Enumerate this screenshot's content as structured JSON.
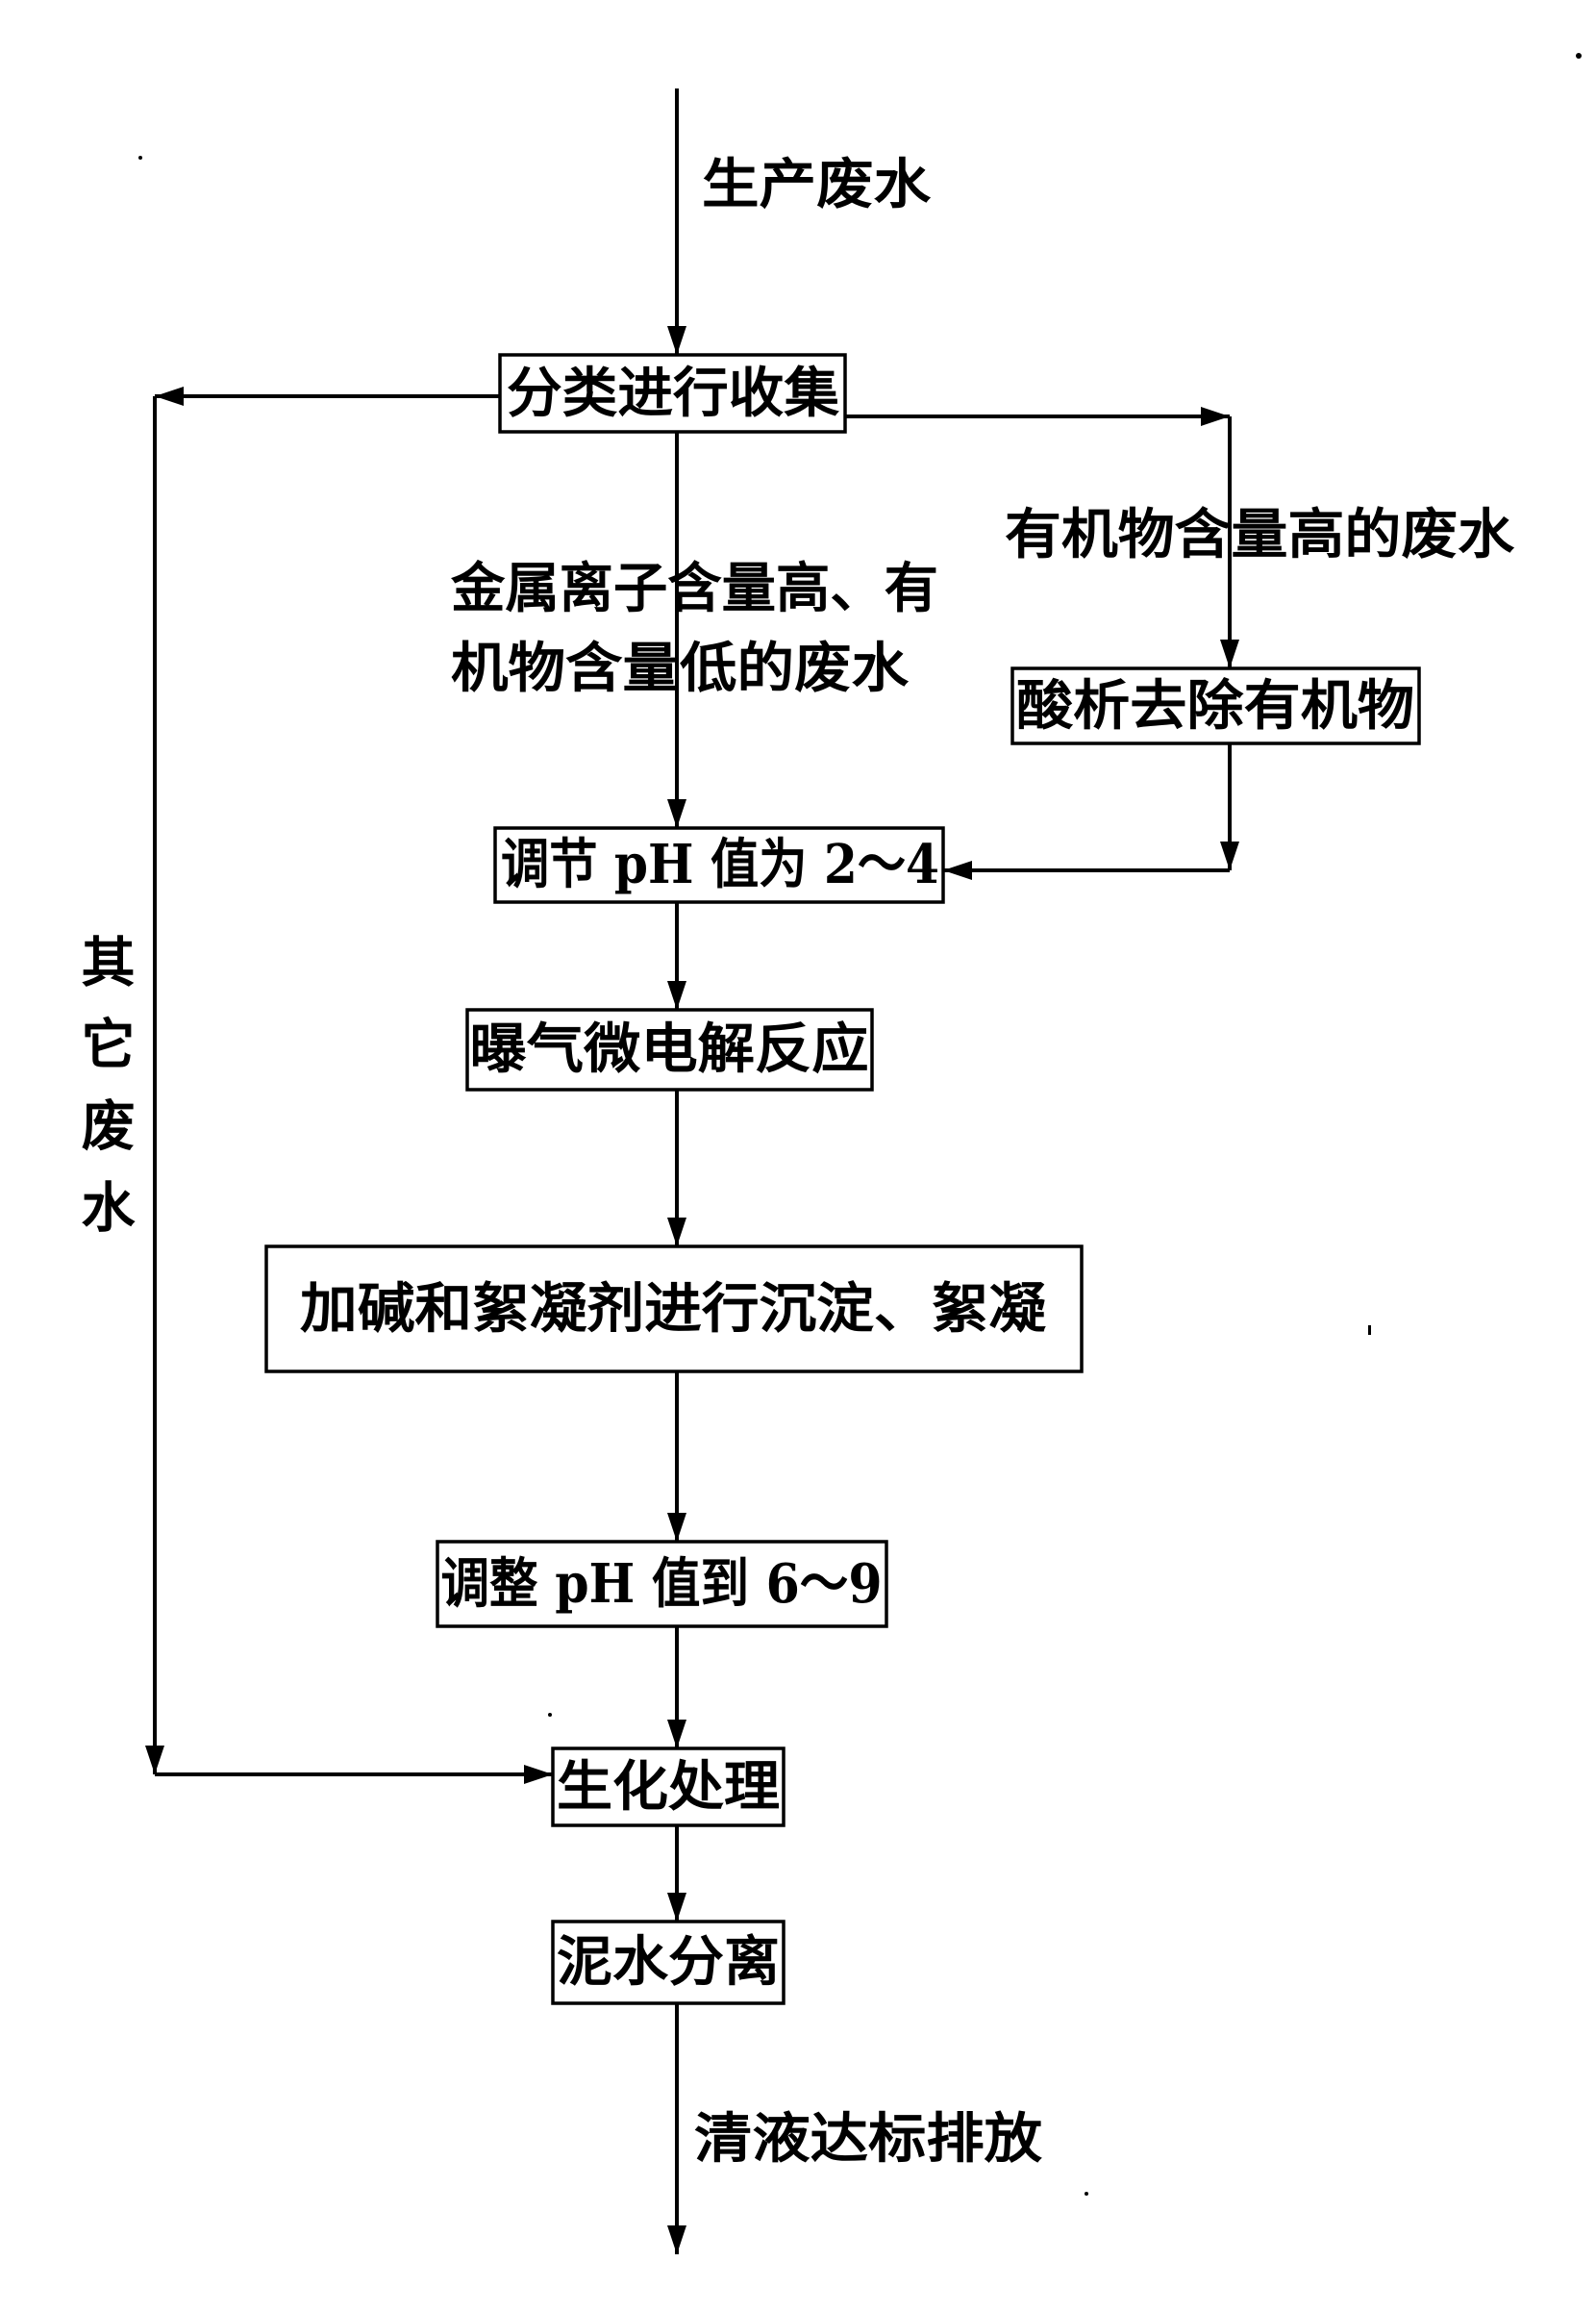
{
  "diagram": {
    "top_input_label": "生产废水",
    "steps": {
      "classify_collect": "分类进行收集",
      "acid_removal": "酸析去除有机物",
      "adjust_ph_low": "调节 pH 值为 2～4",
      "aeration_micro_electrolysis": "曝气微电解反应",
      "alkali_flocculation": "加碱和絮凝剂进行沉淀、絮凝",
      "adjust_ph_neutral": "调整 pH 值到 6～9",
      "biochemical": "生化处理",
      "sludge_separation": "泥水分离"
    },
    "branch_labels": {
      "high_organic": "有机物含量高的废水",
      "high_metal_line1": "金属离子含量高、有",
      "high_metal_line2": "机物含量低的废水",
      "other": "其它废水"
    },
    "output_label": "清液达标排放"
  }
}
